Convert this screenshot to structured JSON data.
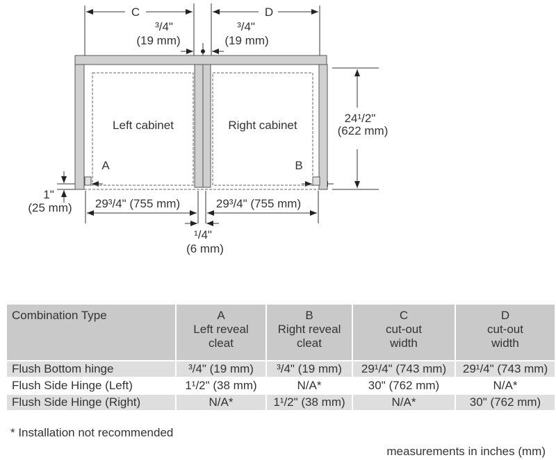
{
  "diagram": {
    "labels": {
      "c": "C",
      "d": "D",
      "a": "A",
      "b": "B",
      "left_cabinet": "Left cabinet",
      "right_cabinet": "Right cabinet"
    },
    "dims": {
      "gap_left_in": "³/4\"",
      "gap_left_mm": "(19 mm)",
      "gap_right_in": "³/4\"",
      "gap_right_mm": "(19 mm)",
      "depth_in": "24¹/2\"",
      "depth_mm": "(622 mm)",
      "bottom_in": "1\"",
      "bottom_mm": "(25 mm)",
      "left_width": "29³/4\" (755 mm)",
      "right_width": "29³/4\" (755 mm)",
      "center_gap_in": "¹/4\"",
      "center_gap_mm": "(6 mm)"
    }
  },
  "table": {
    "header": [
      [
        "Combination Type"
      ],
      [
        "A",
        "Left reveal",
        "cleat"
      ],
      [
        "B",
        "Right reveal",
        "cleat"
      ],
      [
        "C",
        "cut-out",
        "width"
      ],
      [
        "D",
        "cut-out",
        "width"
      ]
    ],
    "rows": [
      [
        "Flush Bottom hinge",
        "³/4\" (19 mm)",
        "³/4\" (19 mm)",
        "29¹/4\" (743 mm)",
        "29¹/4\" (743 mm)"
      ],
      [
        "Flush Side Hinge (Left)",
        "1¹/2\" (38 mm)",
        "N/A*",
        "30\" (762 mm)",
        "N/A*"
      ],
      [
        "Flush Side Hinge (Right)",
        "N/A*",
        "1¹/2\" (38 mm)",
        "N/A*",
        "30\" (762 mm)"
      ]
    ]
  },
  "footnote": "* Installation not recommended",
  "units_note": "measurements in inches (mm)"
}
